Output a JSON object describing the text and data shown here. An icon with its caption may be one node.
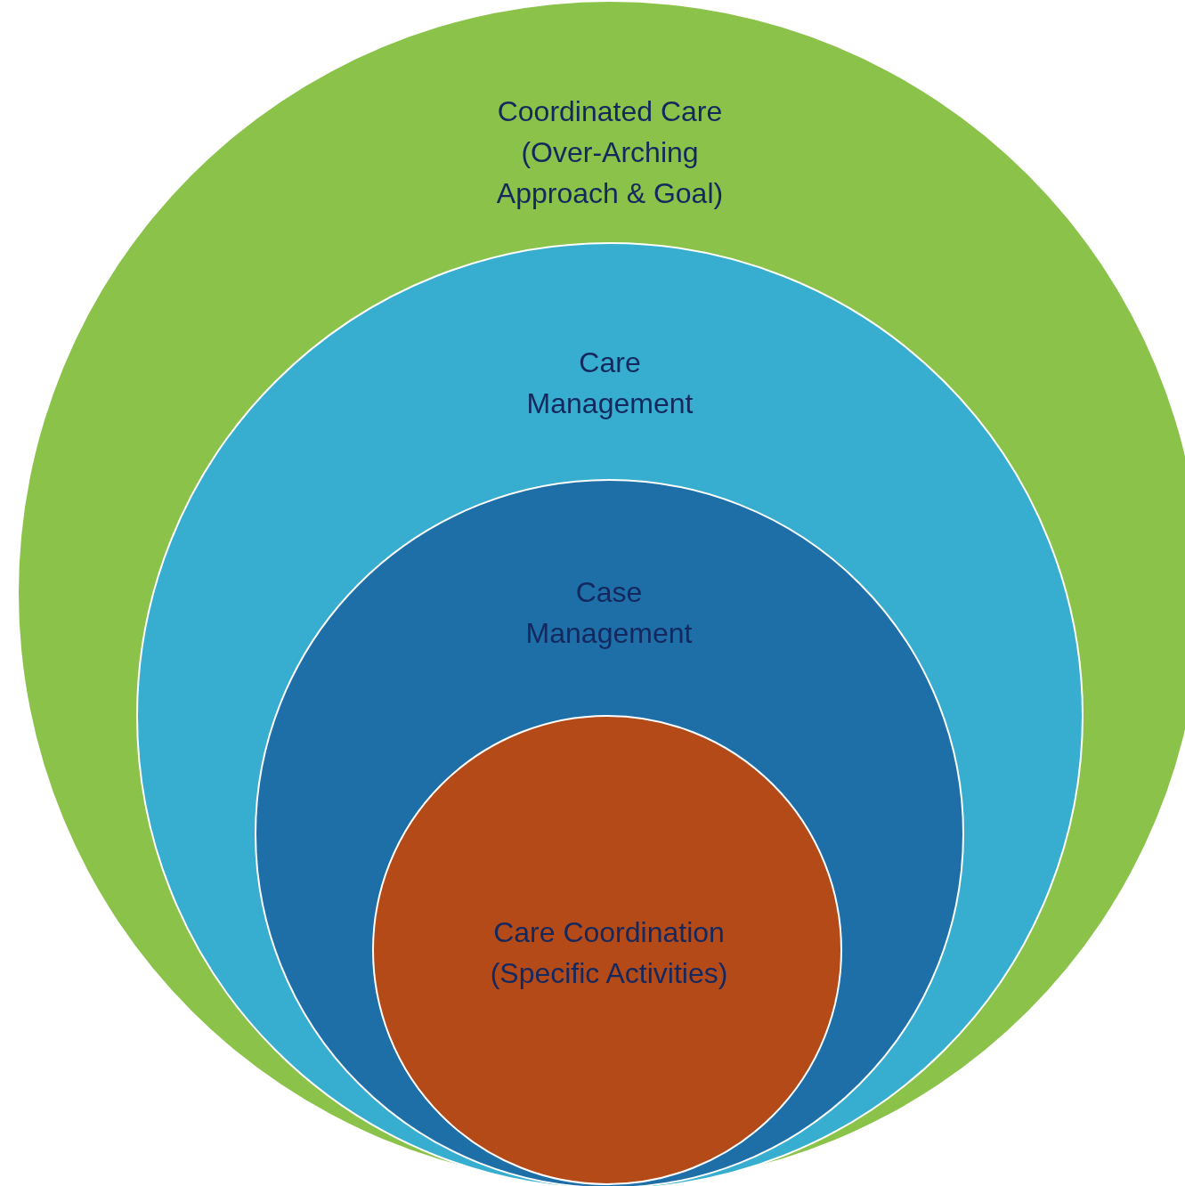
{
  "diagram": {
    "nodes": [
      {
        "text": [
          "Coordinated Care (Over-Arching Approach & Goal)"
        ]
      },
      {
        "text": [
          "Care Management"
        ],
        "in": 0
      },
      {
        "text": [
          "Case Management"
        ],
        "in": 1
      },
      {
        "text": [
          "Care Coordination (Specific Activities)"
        ],
        "in": 2
      }
    ]
  }
}
